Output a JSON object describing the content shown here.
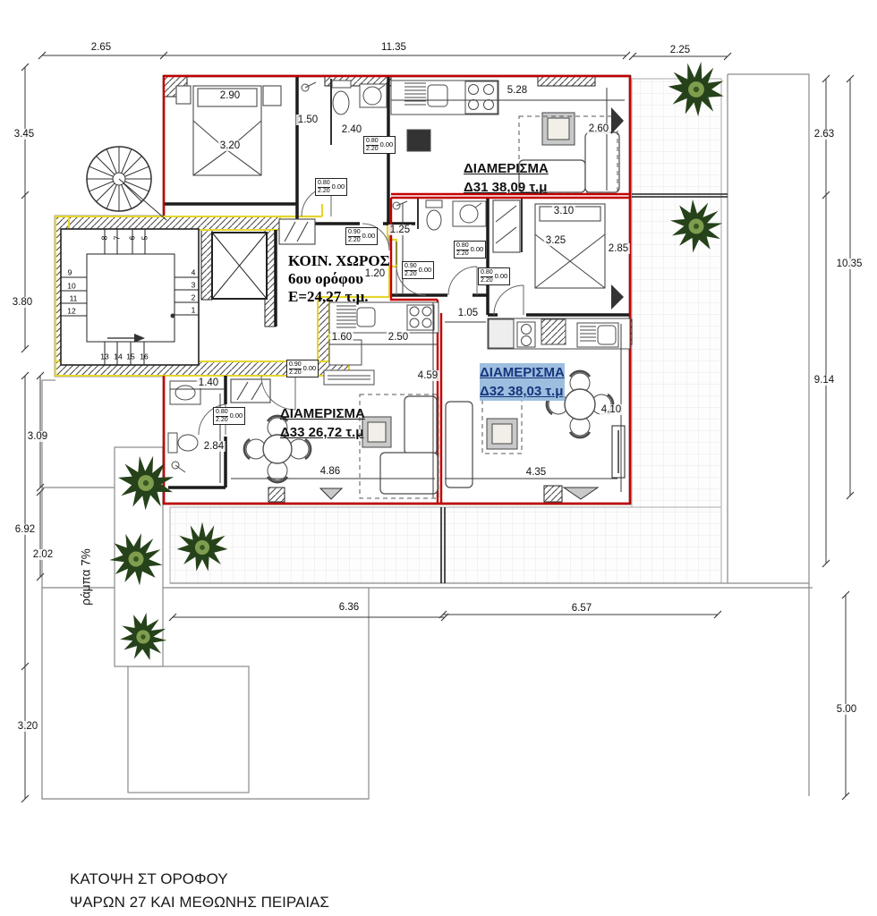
{
  "title": {
    "line1": "ΚΑΤΟΨΗ ΣΤ ΟΡΟΦΟΥ",
    "line2": "ΨΑΡΩΝ 27 ΚΑΙ ΜΕΘΩΝΗΣ ΠΕΙΡΑΙΑΣ"
  },
  "common_area": {
    "line1": "ΚΟΙΝ. ΧΩΡΟΣ",
    "line2": "6ου ορόφου",
    "line3": "Ε=24,27 τ.μ."
  },
  "ramp_label": "ράμπα 7%",
  "apartments": {
    "d31": {
      "label": "ΔΙΑΜΕΡΙΣΜΑ",
      "area": "Δ31 38,09 τ.μ",
      "highlighted": false
    },
    "d32": {
      "label": "ΔΙΑΜΕΡΙΣΜΑ",
      "area": "Δ32 38,03 τ.μ",
      "highlighted": true
    },
    "d33": {
      "label": "ΔΙΑΜΕΡΙΣΜΑ",
      "area": "Δ33 26,72 τ.μ",
      "highlighted": false
    }
  },
  "dims": {
    "t1": "2.65",
    "t2": "11.35",
    "t3": "2.25",
    "r1": "2.63",
    "r2": "10.35",
    "r3": "9.14",
    "r4": "5.00",
    "l1": "3.45",
    "l2": "3.80",
    "l3": "3.09",
    "l4": "6.92",
    "l5": "2.02",
    "l6": "3.20",
    "b1": "6.36",
    "b2": "6.57",
    "bed1w": "2.90",
    "bed1l": "3.20",
    "sh1": "1.50",
    "wc1": "2.40",
    "k1": "5.28",
    "lv1": "2.60",
    "wc2": "1.25",
    "bed2w": "3.10",
    "bed2l": "3.25",
    "bed2h": "2.85",
    "hd": "1.20",
    "k2": "1.05",
    "k3a": "1.60",
    "k3b": "2.50",
    "k3c": "4.59",
    "wc3a": "1.40",
    "wc3b": "2.84",
    "lv3": "4.86",
    "lv2a": "4.10",
    "lv2b": "4.35"
  },
  "door_specs": [
    {
      "w": "0.80",
      "h": "2.20",
      "lvl": "0.00"
    },
    {
      "w": "0.80",
      "h": "2.20",
      "lvl": "0.00"
    },
    {
      "w": "0.90",
      "h": "2.20",
      "lvl": "0.00"
    },
    {
      "w": "0.90",
      "h": "2.20",
      "lvl": "0.00"
    },
    {
      "w": "0.80",
      "h": "2.20",
      "lvl": "0.00"
    },
    {
      "w": "0.80",
      "h": "2.20",
      "lvl": "0.00"
    },
    {
      "w": "0.90",
      "h": "2.20",
      "lvl": "0.00"
    },
    {
      "w": "0.80",
      "h": "2.20",
      "lvl": "0.00"
    }
  ],
  "stairs": [
    "1",
    "2",
    "3",
    "4",
    "5",
    "6",
    "7",
    "8",
    "9",
    "10",
    "11",
    "12",
    "13",
    "14",
    "15",
    "16"
  ],
  "colors": {
    "apartment_boundary": "#c40000",
    "common_boundary": "#e6d52e",
    "highlight_bg": "#9dbede",
    "highlight_text": "#16357d",
    "tree_dark": "#26421a",
    "tree_light": "#7f9d4e"
  }
}
